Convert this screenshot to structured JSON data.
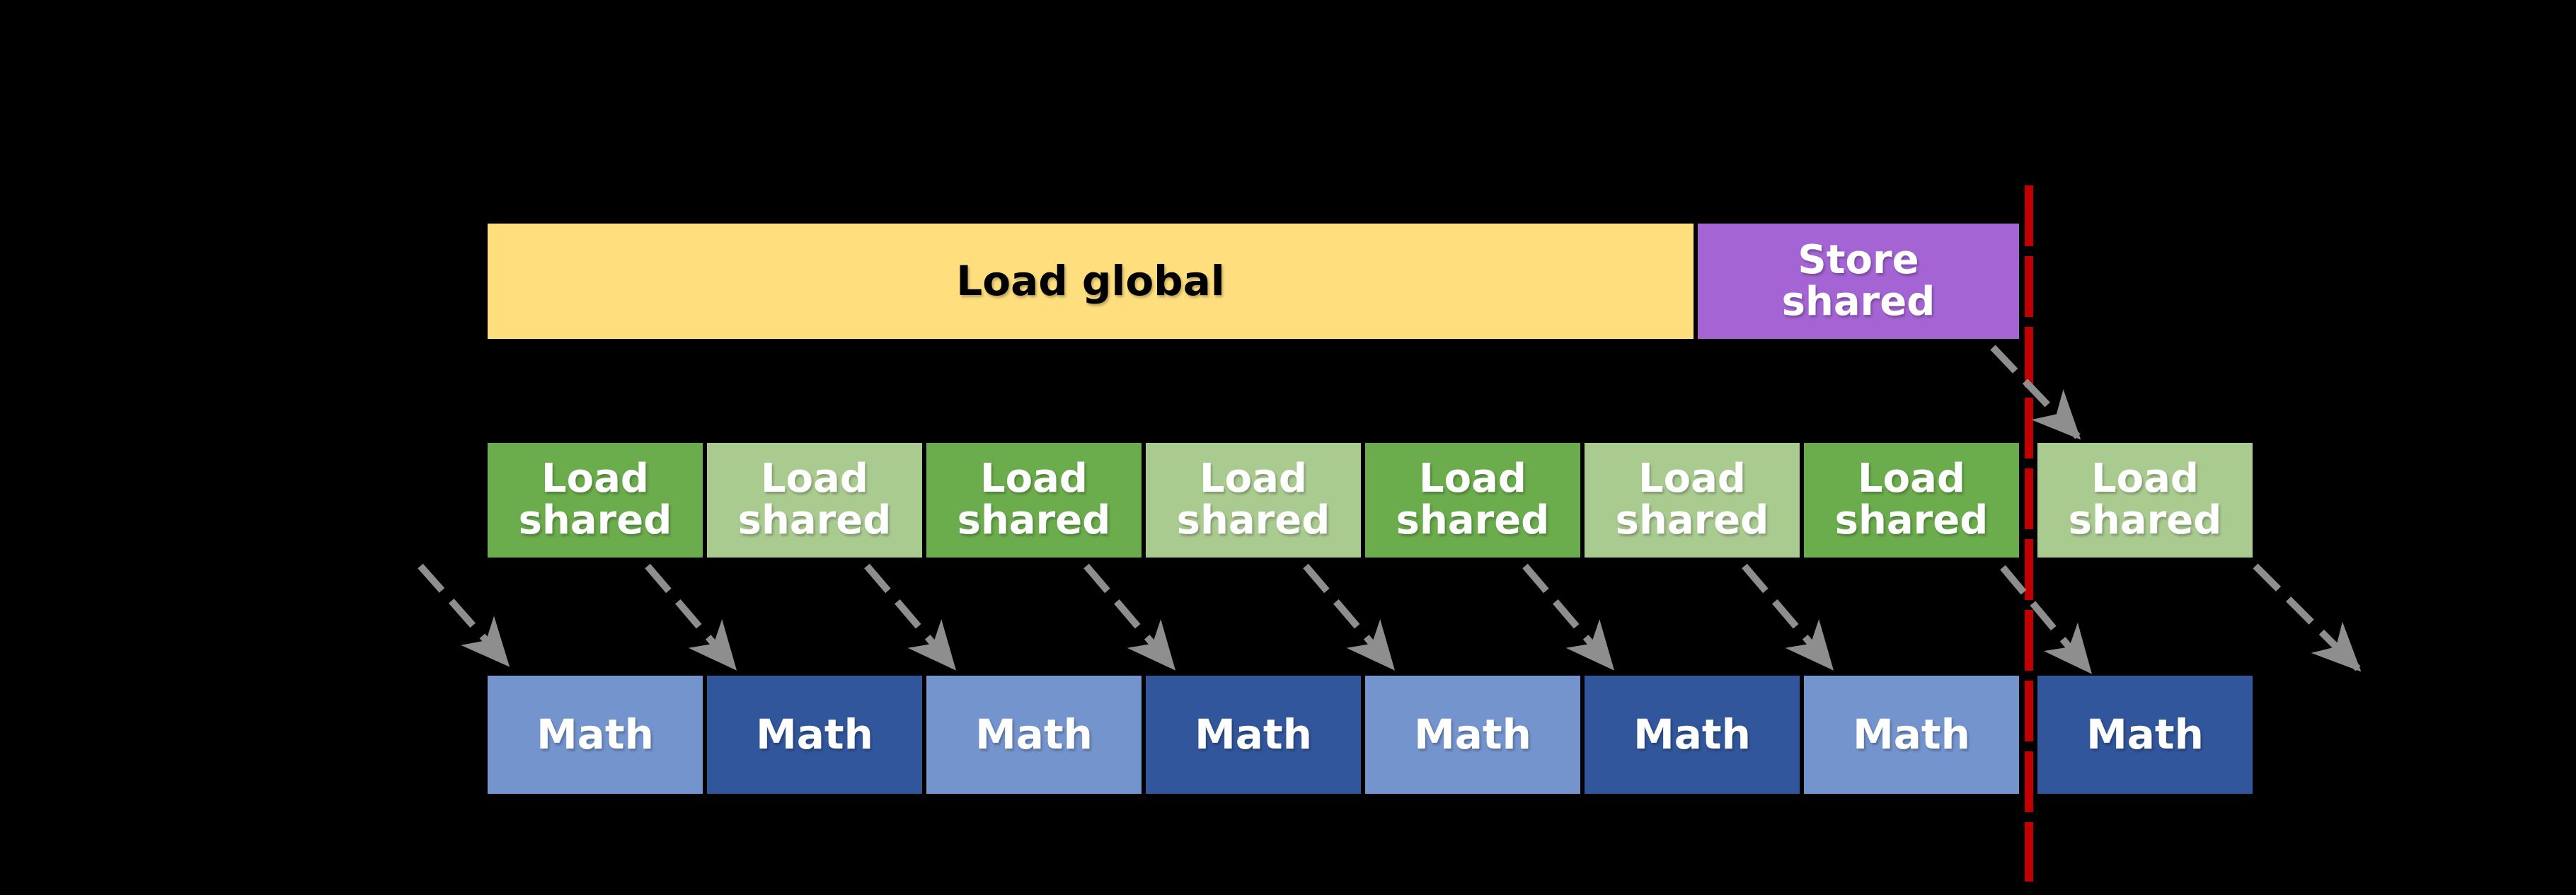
{
  "diagram": {
    "background_color": "#000000",
    "top_row": {
      "load_global": {
        "label": "Load global",
        "fill": "#FFDE7D",
        "text_color": "#000000"
      },
      "store_shared": {
        "label": "Store\nshared",
        "fill": "#A464D4",
        "text_color": "#FFFFFF"
      }
    },
    "load_shared_row": {
      "fill_dark": "#6BAC4C",
      "fill_light": "#AACB90",
      "text_color": "#FFFFFF",
      "blocks": [
        {
          "label": "Load\nshared",
          "shade": "dark"
        },
        {
          "label": "Load\nshared",
          "shade": "light"
        },
        {
          "label": "Load\nshared",
          "shade": "dark"
        },
        {
          "label": "Load\nshared",
          "shade": "light"
        },
        {
          "label": "Load\nshared",
          "shade": "dark"
        },
        {
          "label": "Load\nshared",
          "shade": "light"
        },
        {
          "label": "Load\nshared",
          "shade": "dark"
        },
        {
          "label": "Load\nshared",
          "shade": "light",
          "position": "after-barrier"
        }
      ]
    },
    "math_row": {
      "fill_light": "#7494CE",
      "fill_dark": "#31569B",
      "text_color": "#FFFFFF",
      "blocks": [
        {
          "label": "Math",
          "shade": "light"
        },
        {
          "label": "Math",
          "shade": "dark"
        },
        {
          "label": "Math",
          "shade": "light"
        },
        {
          "label": "Math",
          "shade": "dark"
        },
        {
          "label": "Math",
          "shade": "light"
        },
        {
          "label": "Math",
          "shade": "dark"
        },
        {
          "label": "Math",
          "shade": "light"
        },
        {
          "label": "Math",
          "shade": "dark",
          "position": "after-barrier"
        }
      ]
    },
    "barrier_line": {
      "color": "#C00000",
      "style": "dashed-vertical"
    },
    "dependency_arrows": {
      "color": "#8E8E8E",
      "style": "dashed-diagonal",
      "count": 10
    }
  }
}
